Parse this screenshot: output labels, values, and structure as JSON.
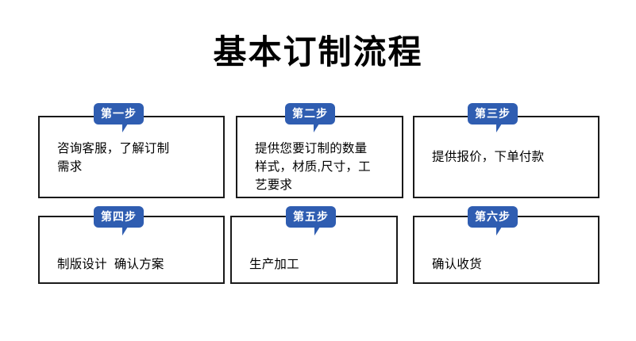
{
  "title": "基本订制流程",
  "theme": {
    "badge_color": "#2F5DB1",
    "badge_text_color": "#FFFFFF",
    "card_border_color": "#1A1A1A",
    "background": "#FFFFFF",
    "text_color": "#000000"
  },
  "steps": [
    {
      "badge": "第一步",
      "text": "咨询客服，了解订制\n需求",
      "lines": 2
    },
    {
      "badge": "第二步",
      "text": "提供您要订制的数量\n样式，材质,尺寸，工\n艺要求",
      "lines": 3
    },
    {
      "badge": "第三步",
      "text": "提供报价，下单付款",
      "lines": 1
    },
    {
      "badge": "第四步",
      "text": "制版设计  确认方案",
      "lines": 1
    },
    {
      "badge": "第五步",
      "text": "生产加工",
      "lines": 1
    },
    {
      "badge": "第六步",
      "text": "确认收货",
      "lines": 1
    }
  ]
}
